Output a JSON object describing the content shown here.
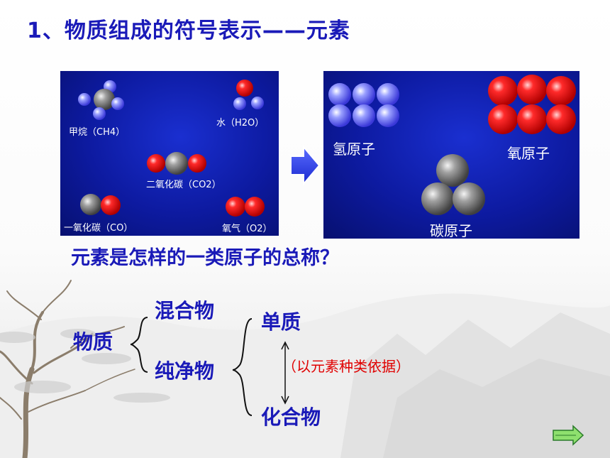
{
  "title": "1、物质组成的符号表示——元素",
  "left_panel": {
    "methane": "甲烷（CH4）",
    "water": "水（H2O）",
    "carbon_dioxide": "二氧化碳（CO2）",
    "carbon_monoxide": "一氧化碳（CO）",
    "oxygen": "氧气（O2）"
  },
  "right_panel": {
    "hydrogen_atom": "氢原子",
    "oxygen_atom": "氧原子",
    "carbon_atom": "碳原子"
  },
  "question": "元素是怎样的一类原子的总称？",
  "classification": {
    "matter": "物质",
    "mixture": "混合物",
    "pure_substance": "纯净物",
    "element_substance": "单质",
    "compound": "化合物",
    "basis": "（以元素种类依据）"
  },
  "colors": {
    "title": "#1a1ab8",
    "basis": "#e00000",
    "panel": "#0d1aa0"
  }
}
